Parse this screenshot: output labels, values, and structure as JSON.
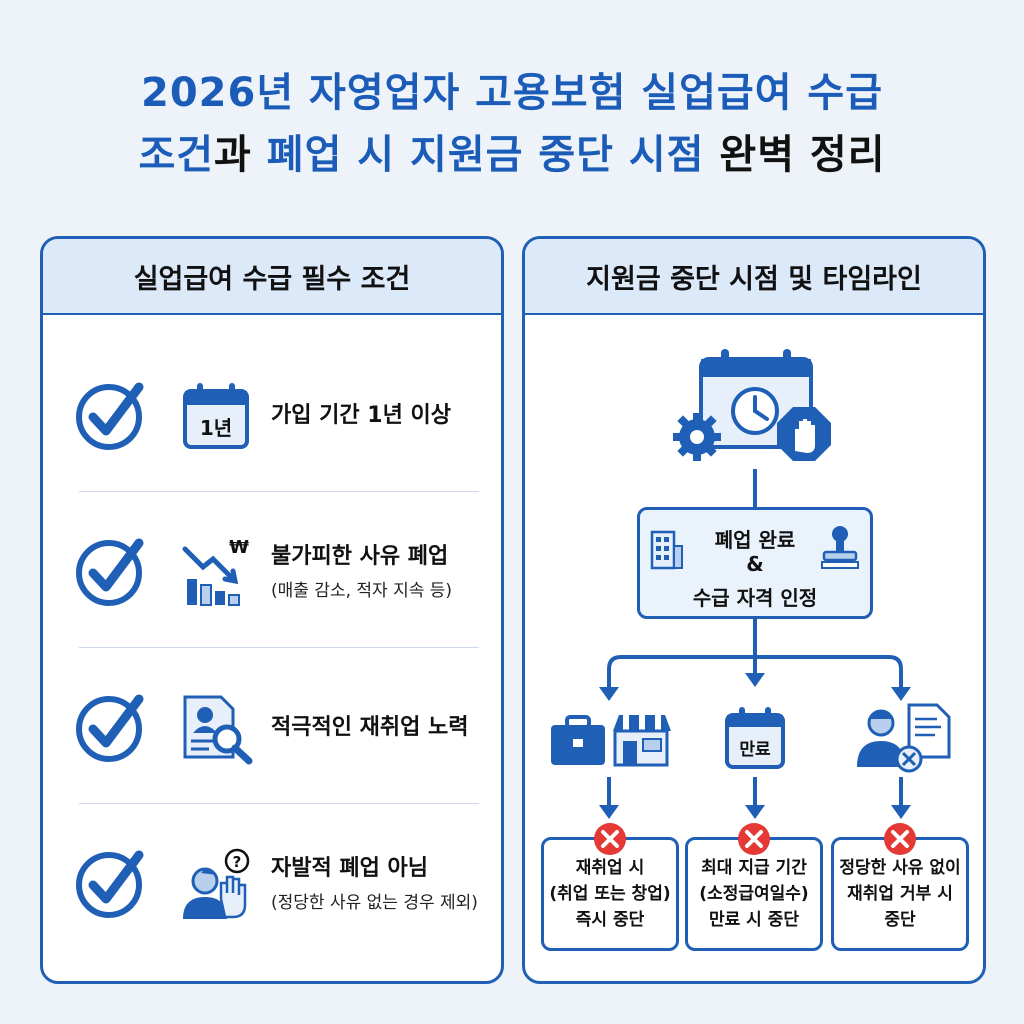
{
  "title": {
    "line1": "2026년 자영업자 고용보험 실업급여 수급",
    "line2_part1": "조건",
    "line2_part2": "과 ",
    "line2_part3": "폐업 시 지원금 중단 시점",
    "line2_part4": " 완벽 정리"
  },
  "left_panel": {
    "heading": "실업급여 수급 필수 조건",
    "items": [
      {
        "icon": "calendar-1year-icon",
        "icon_text": "1년",
        "main": "가입 기간 1년 이상",
        "sub": ""
      },
      {
        "icon": "declining-sales-chart-icon",
        "icon_text": "₩",
        "main": "불가피한 사유 폐업",
        "sub": "(매출 감소, 적자 지속 등)"
      },
      {
        "icon": "resume-search-icon",
        "icon_text": "",
        "main": "적극적인 재취업 노력",
        "sub": ""
      },
      {
        "icon": "person-stop-hand-icon",
        "icon_text": "?",
        "main": "자발적 폐업 아님",
        "sub": "(정당한 사유 없는 경우 제외)"
      }
    ]
  },
  "right_panel": {
    "heading": "지원금 중단 시점 및 타임라인",
    "center": {
      "line1": "폐업 완료",
      "amp": "&",
      "line3": "수급 자격 인정"
    },
    "branch_icons": {
      "middle_text": "만료"
    },
    "outcomes": [
      {
        "lines": [
          "재취업 시",
          "(취업 또는 창업)",
          "즉시 중단"
        ]
      },
      {
        "lines": [
          "최대 지급 기간",
          "(소정급여일수)",
          "만료 시 중단"
        ]
      },
      {
        "lines": [
          "정당한 사유 없이",
          "재취업 거부 시",
          "중단"
        ]
      }
    ]
  },
  "colors": {
    "primary": "#1f5fb5",
    "title_blue": "#1b5cb8",
    "head_bg": "#dce9f9",
    "stop_red": "#e53935"
  }
}
